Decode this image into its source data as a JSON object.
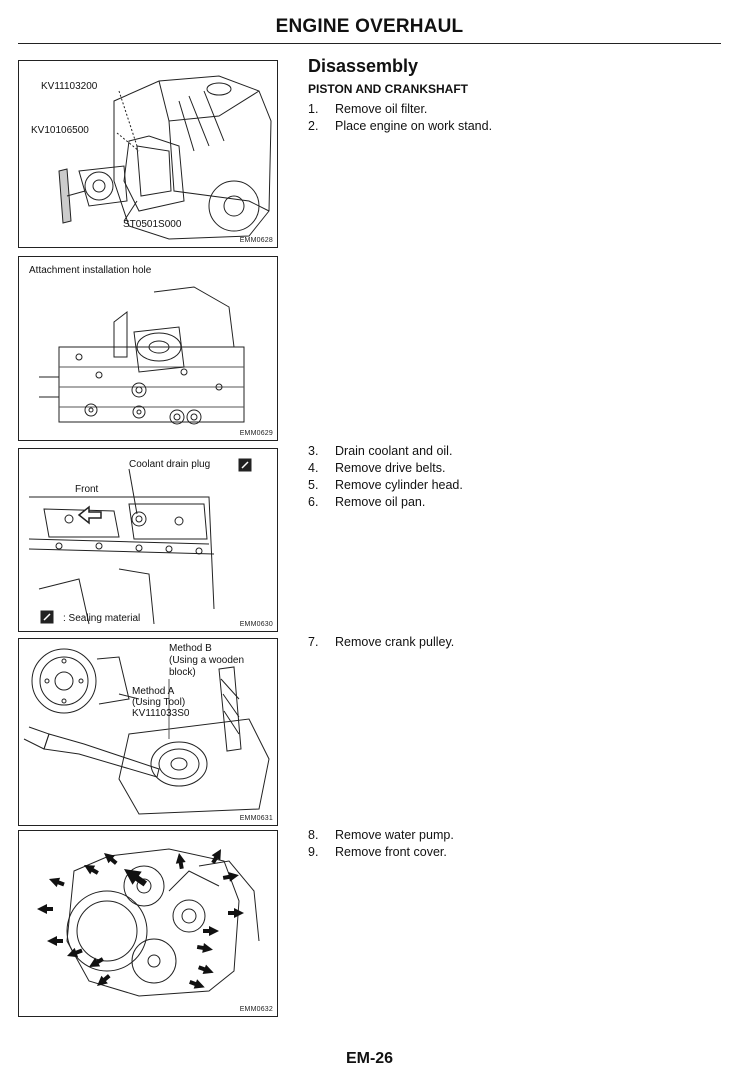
{
  "header": {
    "title": "ENGINE OVERHAUL"
  },
  "section": {
    "title": "Disassembly",
    "subtitle": "PISTON AND CRANKSHAFT"
  },
  "steps": [
    {
      "num": "1.",
      "text": "Remove oil filter."
    },
    {
      "num": "2.",
      "text": "Place engine on work stand."
    },
    {
      "num": "3.",
      "text": "Drain coolant and oil."
    },
    {
      "num": "4.",
      "text": "Remove drive belts."
    },
    {
      "num": "5.",
      "text": "Remove cylinder head."
    },
    {
      "num": "6.",
      "text": "Remove oil pan."
    },
    {
      "num": "7.",
      "text": "Remove crank pulley."
    },
    {
      "num": "8.",
      "text": "Remove water pump."
    },
    {
      "num": "9.",
      "text": "Remove front cover."
    }
  ],
  "figures": {
    "f1": {
      "code": "EMM0628",
      "labels": [
        "KV11103200",
        "KV10106500",
        "ST0501S000"
      ]
    },
    "f2": {
      "code": "EMM0629",
      "caption": "Attachment installation hole"
    },
    "f3": {
      "code": "EMM0630",
      "coolant": "Coolant drain plug",
      "front": "Front",
      "sealing": ": Sealing material"
    },
    "f4": {
      "code": "EMM0631",
      "method_b": [
        "Method B",
        "(Using a wooden",
        "block)"
      ],
      "method_a": [
        "Method A",
        "(Using Tool)",
        "KV111033S0"
      ]
    },
    "f5": {
      "code": "EMM0632"
    }
  },
  "footer": {
    "page": "EM-26"
  }
}
